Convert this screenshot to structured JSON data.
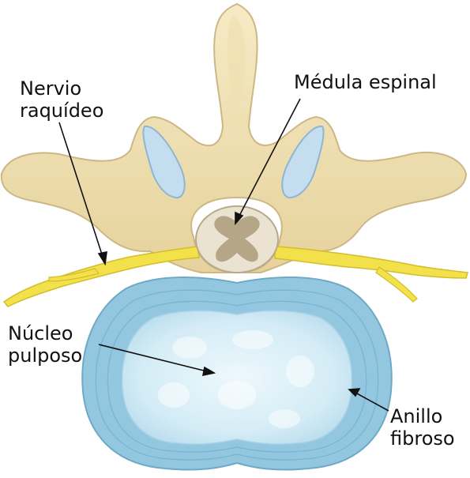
{
  "labels": {
    "nerve_line1": "Nervio",
    "nerve_line2": "raquídeo",
    "cord": "Médula espinal",
    "nucleus_line1": "Núcleo",
    "nucleus_line2": "pulposo",
    "annulus_line1": "Anillo",
    "annulus_line2": "fibroso"
  },
  "colors": {
    "bone": "#f1e3b5",
    "bone_shadow": "#d6c28c",
    "nerve": "#f2e14a",
    "nerve_shadow": "#d9c12c",
    "annulus": "#8fc6df",
    "annulus_rings": "#6aaccb",
    "nucleus": "#dceff7",
    "cord_white": "#ece4d4",
    "cord_gray": "#b3a387",
    "facet": "#b8d6ea",
    "leader": "#111111"
  }
}
